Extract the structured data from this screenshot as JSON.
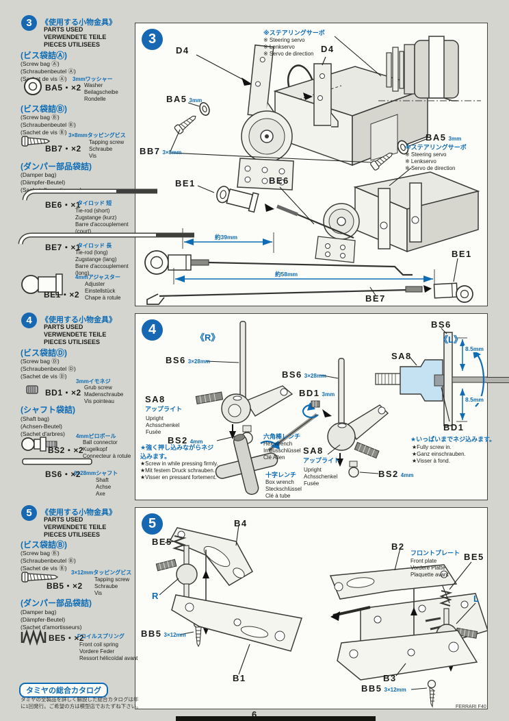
{
  "footer": {
    "page": "6",
    "brand": "FERRARI F40"
  },
  "catalog": {
    "badge": "タミヤの総合カタログ",
    "note1": "タミヤの全製品を詳しく解説した総合カタログは年",
    "note2": "に1回発行。ご希望の方は模型店でおたずね下さい。"
  },
  "colors": {
    "accent": "#0e6cb5",
    "paper": "#fcfcf8",
    "background": "#d4d5ce",
    "highlight_fill": "#c5e2f2"
  },
  "sidebar": {
    "header": {
      "jp": "《使用する小物金具》",
      "l1": "PARTS USED",
      "l2": "VERWENDETE TEILE",
      "l3": "PIECES UTILISEES"
    },
    "s3": {
      "num": "3",
      "g1": {
        "t": "(ビス袋詰Ⓐ)",
        "s": [
          "(Screw bag Ⓐ)",
          "(Schraubenbeutel Ⓐ)",
          "(Sachet de vis Ⓐ)"
        ]
      },
      "ba5": {
        "code": "BA5・×2",
        "size": "3mmワッシャー",
        "d": [
          "Washer",
          "Beilagscheibe",
          "Rondelle"
        ]
      },
      "g2": {
        "t": "(ビス袋詰Ⓑ)",
        "s": [
          "(Screw bag Ⓑ)",
          "(Schraubenbeutel Ⓑ)",
          "(Sachet de vis Ⓑ)"
        ]
      },
      "bb7": {
        "code": "BB7・×2",
        "size": "3×8mmタッピングビス",
        "d": [
          "Tapping screw",
          "Schraube",
          "Vis"
        ]
      },
      "g3": {
        "t": "(ダンパー部品袋詰)",
        "s": [
          "(Damper bag)",
          "(Dämpfer-Beutel)",
          "(Sachet d'amortisseurs)"
        ]
      },
      "be6": {
        "code": "BE6・×1",
        "size": "タイロッド 短",
        "d": [
          "Tie-rod (short)",
          "Zugstange (kurz)",
          "Barre d'accouplement",
          "(court)"
        ]
      },
      "be7": {
        "code": "BE7・×1",
        "size": "タイロッド 長",
        "d": [
          "Tie-rod (long)",
          "Zugstange (lang)",
          "Barre d'accouplement",
          "(long)"
        ]
      },
      "be1": {
        "code": "BE1・×2",
        "size": "4mmアジャスター",
        "d": [
          "Adjuster",
          "Einstellstück",
          "Chape à rotule"
        ]
      }
    },
    "s4": {
      "num": "4",
      "g1": {
        "t": "(ビス袋詰Ⓓ)",
        "s": [
          "(Screw bag Ⓓ)",
          "(Schraubenbeutel Ⓓ)",
          "(Sachet de vis Ⓓ)"
        ]
      },
      "bd1": {
        "code": "BD1・×2",
        "size": "3mmイモネジ",
        "d": [
          "Grub screw",
          "Madenschraube",
          "Vis pointeau"
        ]
      },
      "g2": {
        "t": "(シャフト袋詰)",
        "s": [
          "(Shaft bag)",
          "(Achsen-Beutel)",
          "(Sachet d'arbres)"
        ]
      },
      "bs2": {
        "code": "BS2・×2",
        "size": "4mmピロボール",
        "d": [
          "Ball connector",
          "Kugelkopf",
          "Connecteur à rotule"
        ]
      },
      "bs6": {
        "code": "BS6・×2",
        "size": "3×28mmシャフト",
        "d": [
          "Shaft",
          "Achse",
          "Axe"
        ]
      }
    },
    "s5": {
      "num": "5",
      "g1": {
        "t": "(ビス袋詰Ⓑ)",
        "s": [
          "(Screw bag Ⓑ)",
          "(Schraubenbeutel Ⓑ)",
          "(Sachet de vis Ⓑ)"
        ]
      },
      "bb5": {
        "code": "BB5・×2",
        "size": "3×12mmタッピングビス",
        "d": [
          "Tapping screw",
          "Schraube",
          "Vis"
        ]
      },
      "g2": {
        "t": "(ダンパー部品袋詰)",
        "s": [
          "(Damper bag)",
          "(Dämpfer-Beutel)",
          "(Sachet d'amortisseurs)"
        ]
      },
      "be5": {
        "code": "BE5・×2",
        "size": "Fコイルスプリング",
        "d": [
          "Front coil spring",
          "Vordere Feder",
          "Ressort hélicoïdal avant"
        ]
      }
    }
  },
  "step3": {
    "num": "3",
    "d4": "D4",
    "ba5": "BA5",
    "ba5_size": "3mm",
    "bb7": "BB7",
    "bb7_size": "3×8mm",
    "be1": "BE1",
    "be6": "BE6",
    "be7": "BE7",
    "dim39": "約39mm",
    "dim58": "約58mm",
    "servo_note": {
      "jp": "※ステアリングサーボ",
      "en": "※ Steering servo",
      "de": "※ Lenkservo",
      "fr": "※ Servo de direction"
    }
  },
  "step4": {
    "num": "4",
    "r": "《R》",
    "l": "《L》",
    "bs6": "BS6",
    "bs6_size": "3×28mm",
    "bd1": "BD1",
    "bd1_size": "3mm",
    "bs2": "BS2",
    "bs2_size": "4mm",
    "sa8": "SA8",
    "sa8_jp": "アップライト",
    "sa8_d": [
      "Upright",
      "Achsschenkel",
      "Fusée"
    ],
    "hex_jp": "六角棒レンチ",
    "hex_d": [
      "Hex wrench",
      "Imbusschlüssel",
      "Clé Allen"
    ],
    "box_jp": "十字レンチ",
    "box_d": [
      "Box wrench",
      "Steckschlüssel",
      "Clé à tube"
    ],
    "press_jp1": "★強く押し込みながらネジ",
    "press_jp2": "込みます。",
    "press_d": [
      "★Screw in while pressing firmly.",
      "★Mit festem Druck schrauben.",
      "★Visser en pressant fortement."
    ],
    "full_jp": "★いっぱいまでネジ込みます。",
    "full_d": [
      "★Fully screw in.",
      "★Ganz einschrauben.",
      "★Visser à fond."
    ],
    "dim85": "8.5mm"
  },
  "step5": {
    "num": "5",
    "b1": "B1",
    "b2": "B2",
    "b3": "B3",
    "b4": "B4",
    "be5": "BE5",
    "bb5": "BB5",
    "bb5_size": "3×12mm",
    "r": "R",
    "l": "L",
    "plate_jp": "フロントプレート",
    "plate_d": [
      "Front plate",
      "Vordere Platte",
      "Plaquette avant"
    ]
  }
}
